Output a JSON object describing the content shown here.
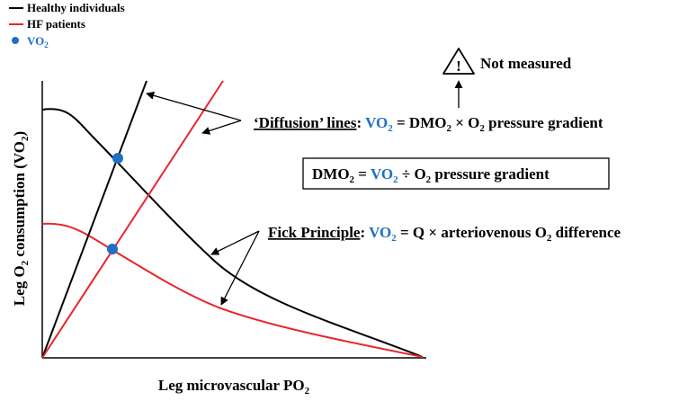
{
  "legend": {
    "healthy": "Healthy individuals",
    "hf": "HF patients",
    "vo2_base": "VO",
    "vo2_sub": "2"
  },
  "axes": {
    "y": {
      "pre": "Leg O",
      "sub1": "2",
      "mid": " consumption (VO",
      "sub2": "2",
      "post": ")"
    },
    "x": {
      "pre": "Leg microvascular PO",
      "sub": "2"
    }
  },
  "warning": {
    "label": "Not measured"
  },
  "diffusion": {
    "title": "‘Diffusion’ lines",
    "colon": ": ",
    "vo": "VO",
    "vo_sub": "2",
    "rhs1": " = DMO",
    "rhs1_sub": "2",
    "rhs2": " × O",
    "rhs2_sub": "2",
    "rhs3": " pressure gradient"
  },
  "dmo_box": {
    "lhs": "DMO",
    "lhs_sub": "2",
    "eq": " = ",
    "vo": "VO",
    "vo_sub": "2",
    "rhs1": " ÷ O",
    "rhs1_sub": "2",
    "rhs2": " pressure gradient"
  },
  "fick": {
    "title": "Fick Principle",
    "colon": ": ",
    "vo": "VO",
    "vo_sub": "2",
    "rhs1": " = Q × arteriovenous O",
    "rhs1_sub": "2",
    "rhs2": " difference"
  },
  "colors": {
    "healthy": "#000000",
    "hf": "#e8262b",
    "vo2_marker": "#1f6fc5",
    "text_accent": "#1f6fc5"
  }
}
